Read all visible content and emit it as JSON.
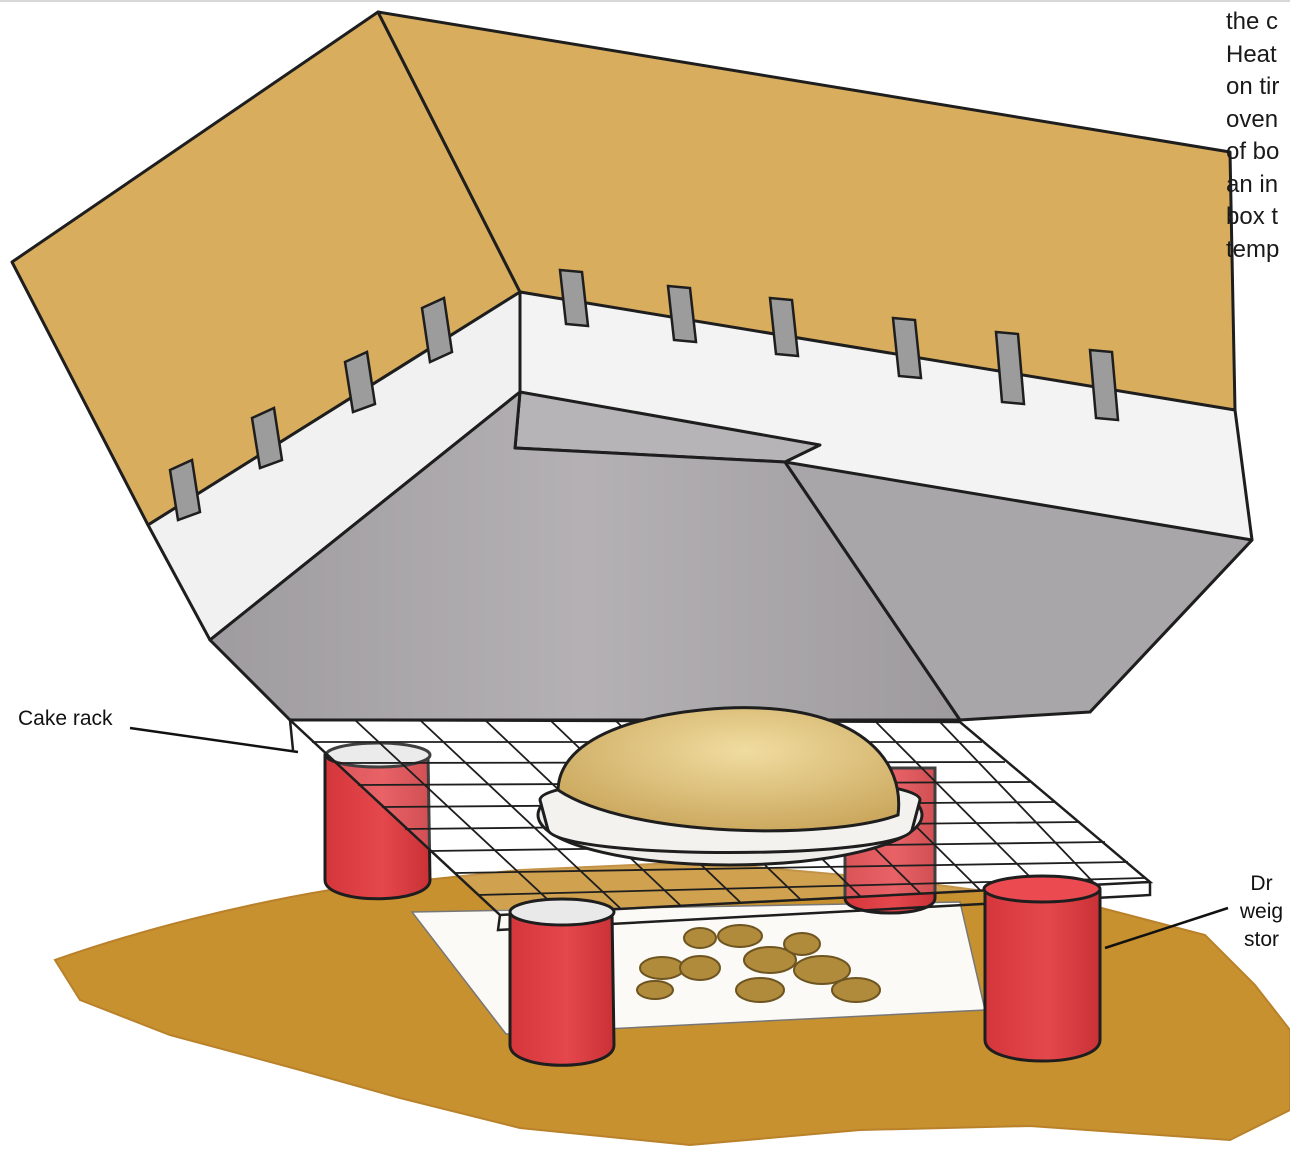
{
  "paragraph_lines": [
    "the c",
    "Heat",
    "on tir",
    "oven",
    "of bo",
    "an in",
    "box t",
    "temp"
  ],
  "labels": {
    "cake_rack": "Cake rack",
    "cans_lines": [
      "Dr",
      "weig",
      "stor"
    ]
  },
  "colors": {
    "cardboard": "#d8ad5e",
    "cardboard_edge": "#b88c3c",
    "foil_white": "#f2f2f2",
    "foil_inner": "#a6a3a6",
    "ground": "#c8912f",
    "can_red": "#d8393e",
    "pie_crust": "#d9b86c",
    "pie_dish": "#efeeea",
    "stones": "#b08b3c",
    "outline": "#1e1e1e"
  }
}
